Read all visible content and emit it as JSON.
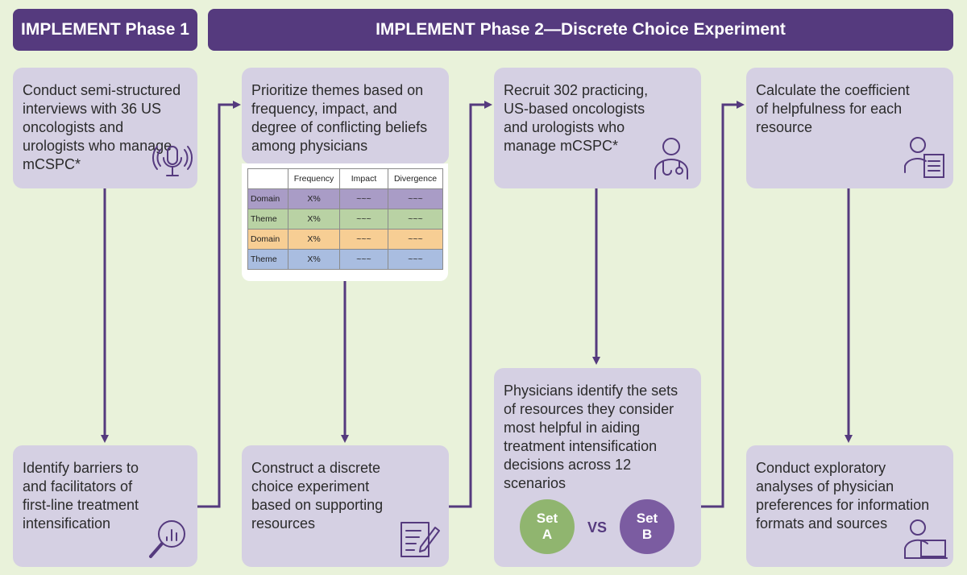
{
  "banners": {
    "phase1": "IMPLEMENT Phase 1",
    "phase2": "IMPLEMENT Phase 2—Discrete Choice Experiment"
  },
  "boxes": {
    "interviews": "Conduct semi-structured interviews with 36 US oncologists and urologists who manage mCSPC*",
    "barriers": "Identify barriers to and facilitators of first-line treatment intensification",
    "prioritize": "Prioritize themes based on frequency, impact, and degree of conflicting beliefs among physicians",
    "construct": "Construct a discrete choice experiment based on supporting resources",
    "recruit": "Recruit 302 practicing, US-based oncologists and urologists who manage mCSPC*",
    "identify": "Physicians identify the sets of resources they consider most helpful in aiding treatment intensification decisions across 12 scenarios",
    "calculate": "Calculate the coefficient of helpfulness for each resource",
    "exploratory": "Conduct exploratory analyses of physician preferences for information formats and sources"
  },
  "theme_table": {
    "headers": [
      "",
      "Frequency",
      "Impact",
      "Divergence"
    ],
    "rows": [
      {
        "label": "Domain",
        "frequency": "X%",
        "impact": "~~~",
        "divergence": "~~~",
        "color": "#a99cc6"
      },
      {
        "label": "Theme",
        "frequency": "X%",
        "impact": "~~~",
        "divergence": "~~~",
        "color": "#b9d2a4"
      },
      {
        "label": "Domain",
        "frequency": "X%",
        "impact": "~~~",
        "divergence": "~~~",
        "color": "#f7ce94"
      },
      {
        "label": "Theme",
        "frequency": "X%",
        "impact": "~~~",
        "divergence": "~~~",
        "color": "#a9bde0"
      }
    ]
  },
  "sets": {
    "a_line1": "Set",
    "a_line2": "A",
    "vs": "VS",
    "b_line1": "Set",
    "b_line2": "B",
    "a_color": "#90b56f",
    "b_color": "#7b5ca1"
  },
  "icons": {
    "interviews": "microphone-icon",
    "barriers": "magnifier-chart-icon",
    "construct": "document-pen-icon",
    "recruit": "doctor-stethoscope-icon",
    "calculate": "person-document-icon",
    "exploratory": "person-laptop-icon"
  },
  "colors": {
    "background": "#e9f2da",
    "banner": "#553a7e",
    "box": "#d5d0e3",
    "connector": "#553a7e"
  }
}
